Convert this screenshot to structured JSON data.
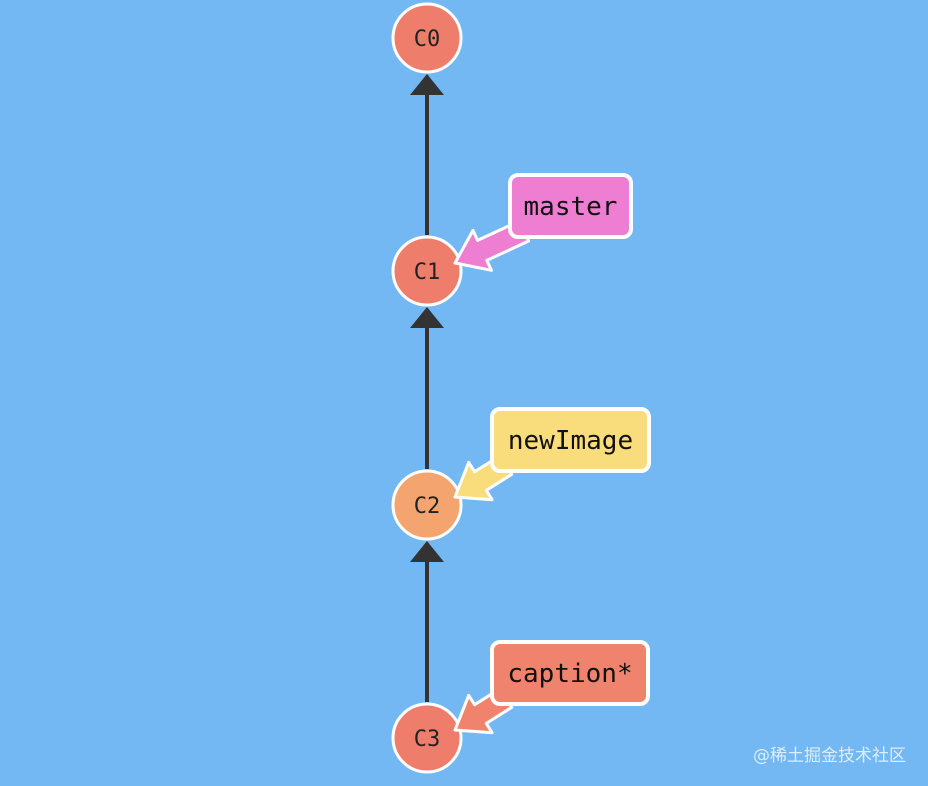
{
  "graph": {
    "commits": [
      {
        "id": "C0",
        "color": "#ef7d6b"
      },
      {
        "id": "C1",
        "color": "#ef7d6b"
      },
      {
        "id": "C2",
        "color": "#f4a56f"
      },
      {
        "id": "C3",
        "color": "#ef7d6b"
      }
    ],
    "branches": [
      {
        "name": "master",
        "target": "C1",
        "color": "#ee7ed1"
      },
      {
        "name": "newImage",
        "target": "C2",
        "color": "#f9dc7c"
      },
      {
        "name": "caption*",
        "target": "C3",
        "color": "#f0836d"
      }
    ]
  },
  "watermark": "@稀土掘金技术社区",
  "colors": {
    "background": "#74b8f3",
    "edge": "#333333",
    "node_stroke": "#ffffff"
  }
}
